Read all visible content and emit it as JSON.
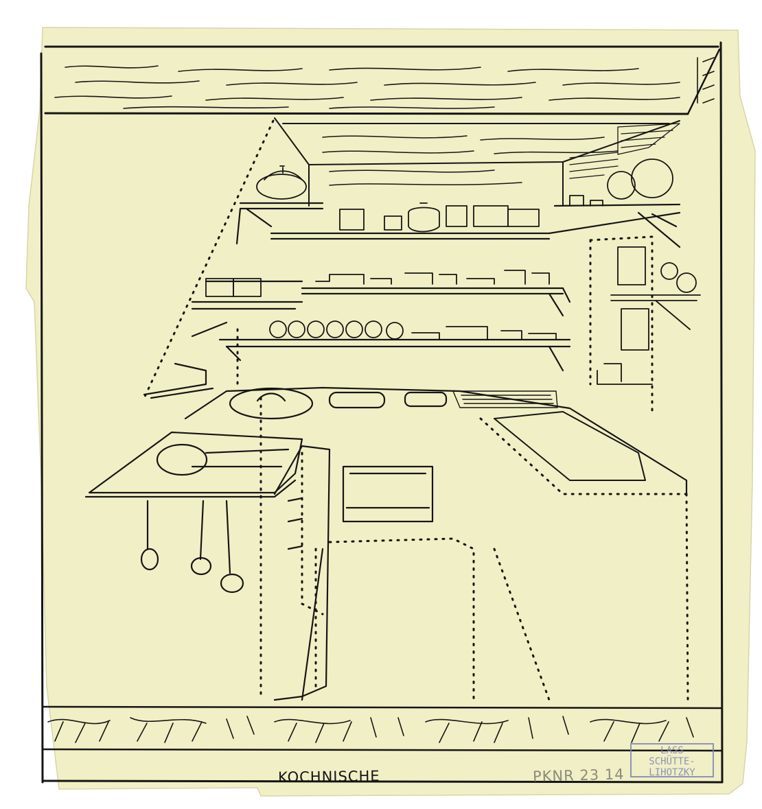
{
  "drawing": {
    "caption": "KOCHNISCHE",
    "archive_number": "PKNR 23 14",
    "stamp_lines": [
      "LASS",
      "SCHÜTTE-",
      "LIHOTZKY"
    ]
  },
  "colors": {
    "paper": "#f1efc5",
    "ink": "#151515",
    "pencil": "#8d8a7a",
    "stamp": "#7b85b4"
  }
}
